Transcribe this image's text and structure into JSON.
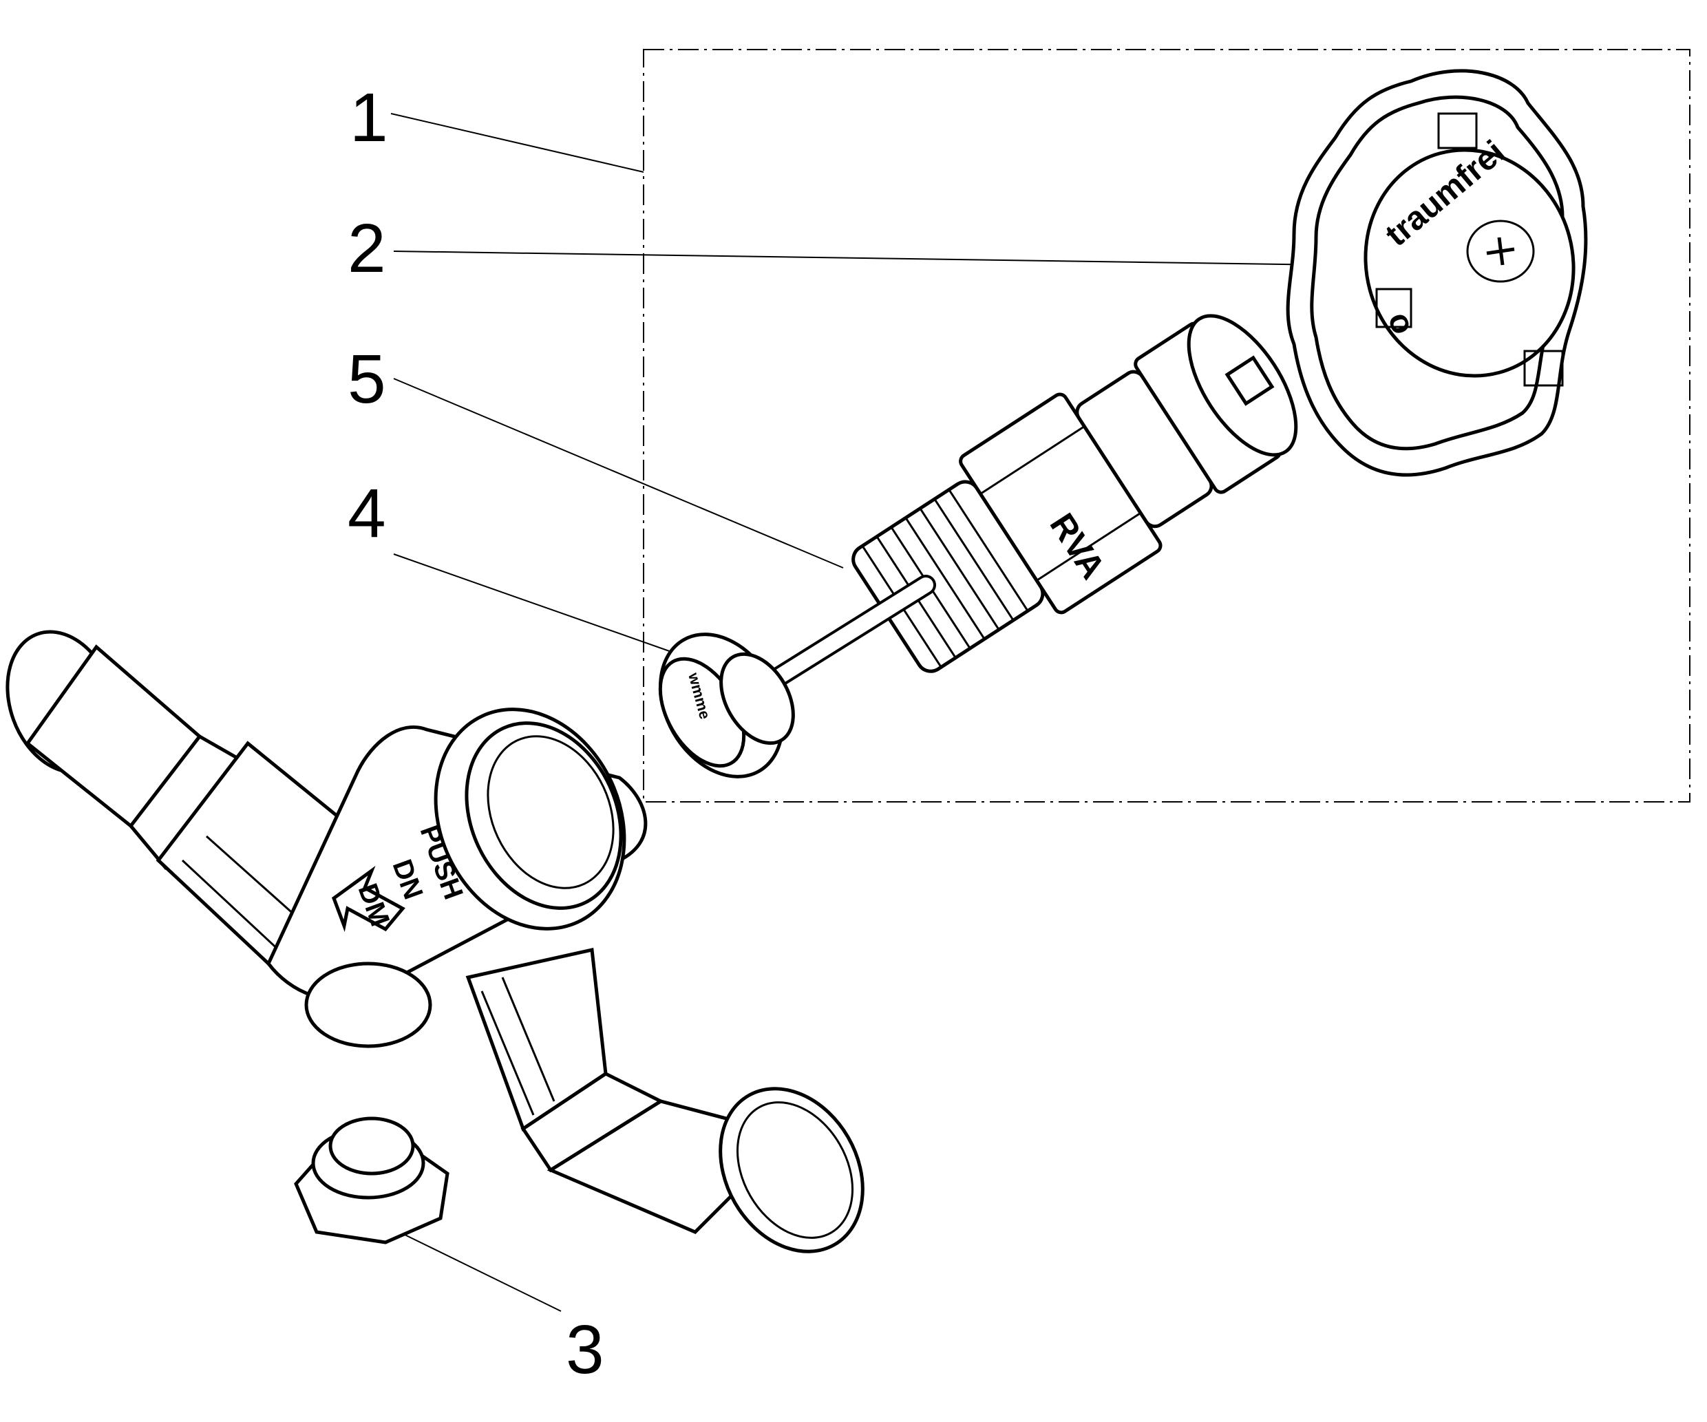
{
  "callouts": [
    {
      "id": "1"
    },
    {
      "id": "2"
    },
    {
      "id": "5"
    },
    {
      "id": "4"
    },
    {
      "id": "3"
    }
  ],
  "markings": {
    "handwheel_text": "traumfrei",
    "handwheel_initial": "o",
    "cartridge_text": "RVA",
    "seal_text": "wmme",
    "body_text_1": "DN",
    "body_text_2": "DM",
    "body_text_3": "PUSH"
  },
  "icons": [
    "plus-icon",
    "flow-arrow-icon"
  ]
}
